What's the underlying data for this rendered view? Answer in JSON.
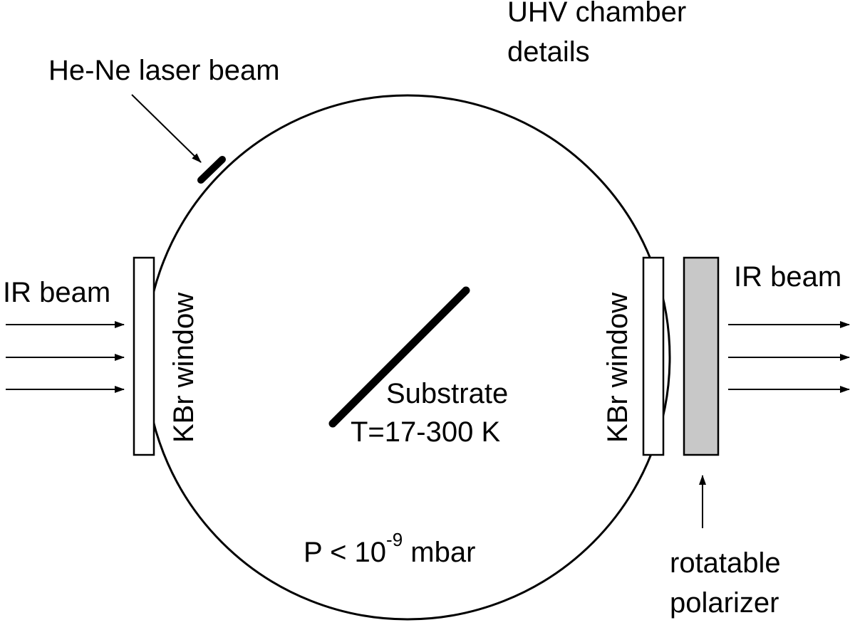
{
  "labels": {
    "chamber_title_line1": "UHV chamber",
    "chamber_title_line2": "details",
    "laser": "He-Ne laser beam",
    "ir_in": "IR beam",
    "ir_out": "IR beam",
    "window_left": "KBr window",
    "window_right": "KBr window",
    "substrate": "Substrate",
    "temperature": "T=17-300 K",
    "pressure_prefix": "P < 10",
    "pressure_exponent": "-9",
    "pressure_unit": " mbar",
    "polarizer_line1": "rotatable",
    "polarizer_line2": "polarizer"
  },
  "colors": {
    "stroke": "#000000",
    "polarizer_fill": "#c8c8c8",
    "window_fill": "#ffffff"
  }
}
